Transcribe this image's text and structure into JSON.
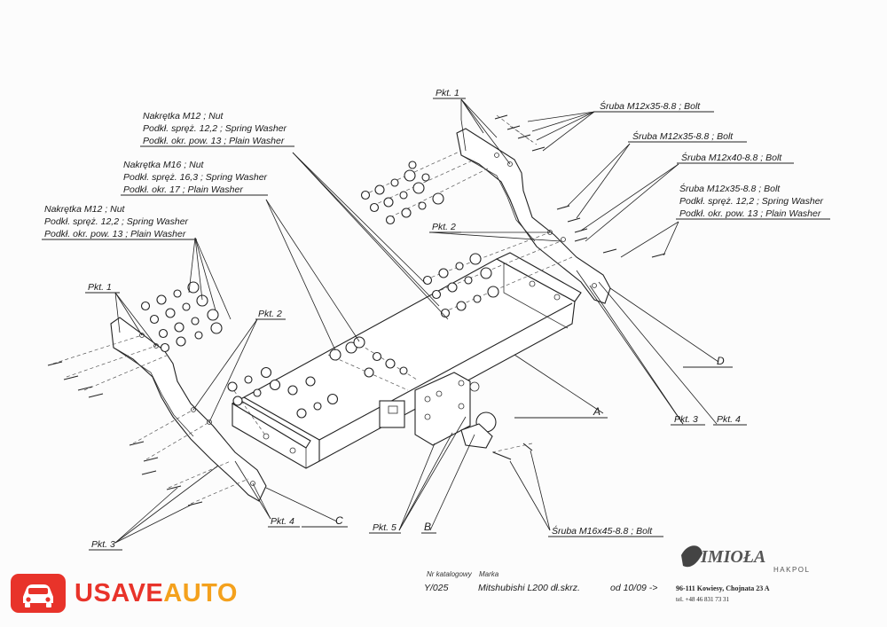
{
  "labels": {
    "pkt1_right": "Pkt. 1",
    "pkt2_right": "Pkt. 2",
    "pkt3_right": "Pkt. 3",
    "pkt4_right": "Pkt. 4",
    "pkt1_left": "Pkt. 1",
    "pkt2_left": "Pkt. 2",
    "pkt3_left": "Pkt. 3",
    "pkt4_left": "Pkt. 4",
    "pkt5": "Pkt. 5",
    "letter_a": "A",
    "letter_b": "B",
    "letter_c": "C",
    "letter_d": "D"
  },
  "callouts": {
    "nut_m12_top": [
      "Nakrętka  M12 ; Nut",
      "Podkł. spręż. 12,2 ; Spring Washer",
      "Podkł. okr. pow. 13 ; Plain Washer"
    ],
    "nut_m16": [
      "Nakrętka  M16 ; Nut",
      "Podkł. spręż. 16,3 ; Spring Washer",
      "Podkł. okr. 17 ; Plain Washer"
    ],
    "nut_m12_left": [
      "Nakrętka  M12 ; Nut",
      "Podkł. spręż. 12,2 ; Spring Washer",
      "Podkł. okr. pow. 13 ; Plain Washer"
    ],
    "bolt_m12x35_a": "Śruba M12x35-8.8 ;  Bolt",
    "bolt_m12x35_b": "Śruba M12x35-8.8 ;  Bolt",
    "bolt_m12x40": "Śruba M12x40-8.8 ;  Bolt",
    "bolt_m12x35_c": [
      "Śruba M12x35-8.8 ;  Bolt",
      "Podkł. spręż. 12,2 ; Spring Washer",
      "Podkł. okr. pow. 13 ; Plain Washer"
    ],
    "bolt_m16x45": "Śruba M16x45-8.8 ;  Bolt"
  },
  "title_block": {
    "catalog_label": "Nr katalogowy",
    "make_label": "Marka",
    "catalog_no": "Y/025",
    "model": "Mitshubishi L200 dł.skrz.",
    "from": "od  10/09 ->"
  },
  "manufacturer": {
    "name": "IMIOŁA",
    "sub": "HAKPOL",
    "address": "96-111 Kowiesy, Chojnata 23 A",
    "phone": "tel. +48 46 831 73 31"
  },
  "watermark": {
    "part1": "USAVE",
    "part2": "AUTO",
    "color1": "#e8332a",
    "color2": "#f4a11d"
  }
}
